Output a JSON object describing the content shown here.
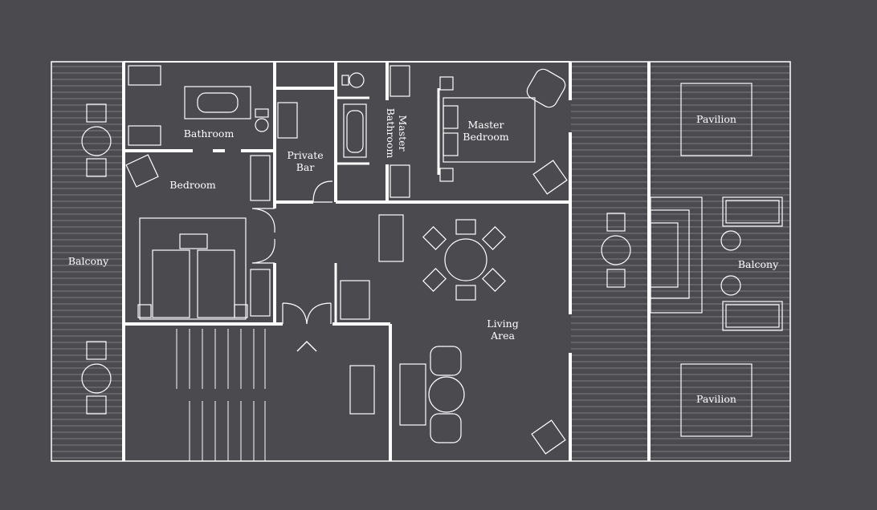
{
  "colors": {
    "background": "#4a4a4f",
    "line": "#ffffff",
    "deck_line": "#8e8e93"
  },
  "rooms": {
    "bathroom": "Bathroom",
    "private_bar_1": "Private",
    "private_bar_2": "Bar",
    "master_bathroom_1": "Master",
    "master_bathroom_2": "Bathroom",
    "master_bedroom_1": "Master",
    "master_bedroom_2": "Bedroom",
    "bedroom": "Bedroom",
    "balcony_left": "Balcony",
    "living_area_1": "Living",
    "living_area_2": "Area",
    "pavilion_top": "Pavilion",
    "balcony_right": "Balcony",
    "pavilion_bottom": "Pavilion"
  },
  "icons": [
    "entrance-chevron-icon",
    "bathtub-icon",
    "sink-icon",
    "toilet-icon",
    "bed-icon",
    "armchair-icon",
    "dining-table-icon",
    "sofa-icon",
    "sun-lounger-icon"
  ]
}
